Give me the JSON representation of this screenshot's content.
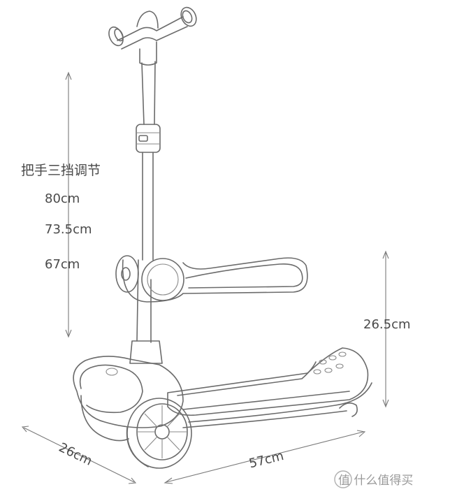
{
  "handle_adjust": {
    "title": "把手三挡调节",
    "levels": [
      "80cm",
      "73.5cm",
      "67cm"
    ]
  },
  "dimensions": {
    "seat_height": "26.5cm",
    "width": "26cm",
    "length": "57cm"
  },
  "watermark": {
    "text": "值 什么值得买"
  }
}
